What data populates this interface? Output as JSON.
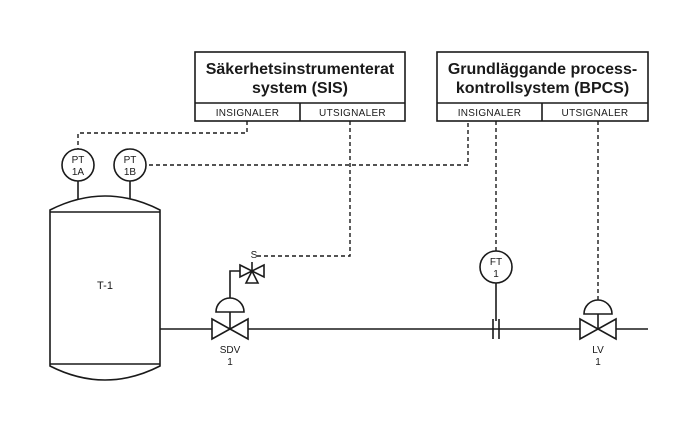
{
  "sis": {
    "title_line1": "Säkerhetsinstrumenterat",
    "title_line2": "system (SIS)",
    "inputs_label": "INSIGNALER",
    "outputs_label": "UTSIGNALER"
  },
  "bpcs": {
    "title_line1": "Grundläggande process-",
    "title_line2": "kontrollsystem (BPCS)",
    "inputs_label": "INSIGNALER",
    "outputs_label": "UTSIGNALER"
  },
  "instruments": {
    "pt1a": {
      "line1": "PT",
      "line2": "1A"
    },
    "pt1b": {
      "line1": "PT",
      "line2": "1B"
    },
    "ft1": {
      "line1": "FT",
      "line2": "1"
    }
  },
  "vessel": {
    "label": "T-1"
  },
  "valves": {
    "sdv": {
      "line1": "SDV",
      "line2": "1"
    },
    "lv": {
      "line1": "LV",
      "line2": "1"
    },
    "solenoid": {
      "label": "S"
    }
  },
  "colors": {
    "line": "#1a1a1a",
    "background": "#ffffff"
  }
}
